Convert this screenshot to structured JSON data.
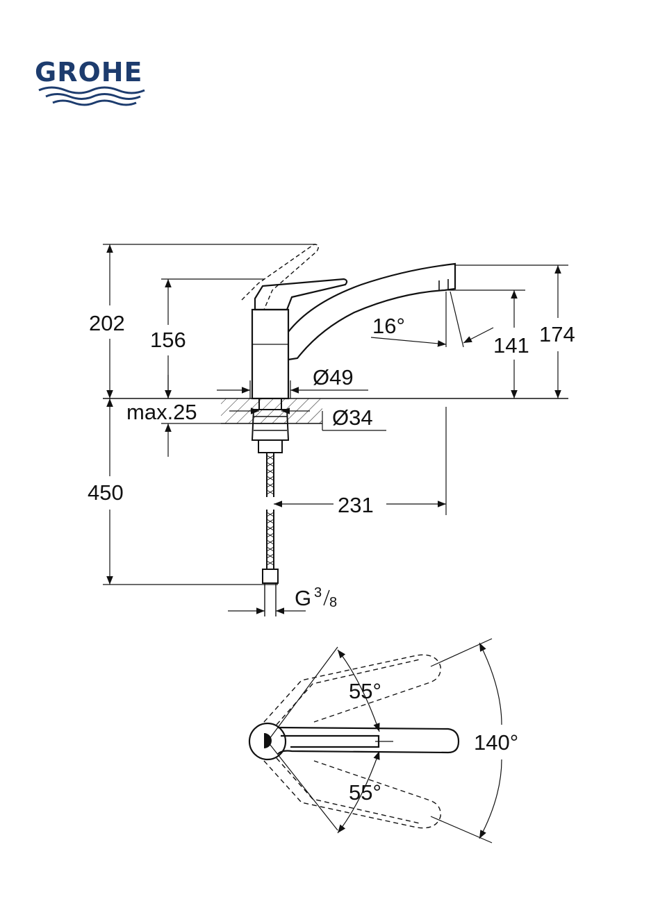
{
  "brand": {
    "name": "GROHE",
    "color": "#1d3c6e"
  },
  "side_view": {
    "dim_total_height": "202",
    "dim_body_height": "156",
    "dim_spout_angle": "16°",
    "dim_outlet_height": "141",
    "dim_spout_height": "174",
    "dim_body_diameter": "Ø49",
    "dim_max_thickness": "max.25",
    "dim_hole_diameter": "Ø34",
    "dim_hose_length": "450",
    "dim_projection": "231",
    "dim_thread": "G",
    "dim_thread_num": "3",
    "dim_thread_den": "8"
  },
  "top_view": {
    "dim_angle_upper": "55°",
    "dim_angle_lower": "55°",
    "dim_swivel_total": "140°"
  }
}
